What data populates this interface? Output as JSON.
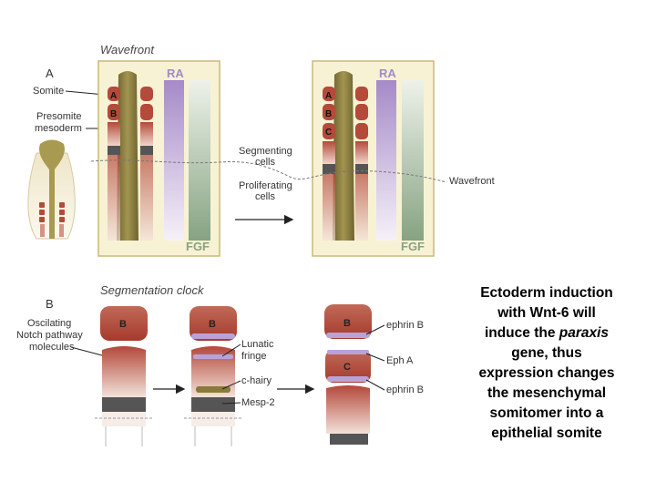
{
  "panel_a": {
    "letter": "A",
    "title": "Wavefront",
    "somite_label": "Somite",
    "psm_label": "Presomite mesoderm",
    "ra_label": "RA",
    "fgf_label": "FGF",
    "segmenting_label": "Segmenting cells",
    "proliferating_label": "Proliferating cells",
    "wavefront_label": "Wavefront",
    "somite_left": [
      "A",
      "B"
    ],
    "somite_right": [
      "A",
      "B",
      "C"
    ]
  },
  "panel_b": {
    "letter": "B",
    "title": "Segmentation clock",
    "oscillating_label": "Oscilating Notch pathway molecules",
    "lunatic_label": "Lunatic fringe",
    "chairy_label": "c-hairy",
    "mesp_label": "Mesp-2",
    "ephrin_top_label": "ephrin B",
    "epha_label": "Eph A",
    "ephrin_bottom_label": "ephrin B",
    "block_labels": [
      "B",
      "B",
      "B",
      "C"
    ]
  },
  "caption": {
    "prefix": "Ectoderm induction with Wnt-6 will induce the ",
    "italic": "paraxis",
    "suffix": " gene, thus expression changes the mesenchymal somitomer into a epithelial somite"
  },
  "colors": {
    "panel_bg": "#f8f2d4",
    "panel_border": "#c8b97a",
    "somite": "#b44a3a",
    "notochord": "#8a7a3a",
    "ra_gradient": "#a58ac8",
    "fgf_gradient": "#8aa58a",
    "lunatic_band": "#b9a2d8",
    "chairy_band": "#8a7a3a",
    "mesp_band": "#555555"
  }
}
